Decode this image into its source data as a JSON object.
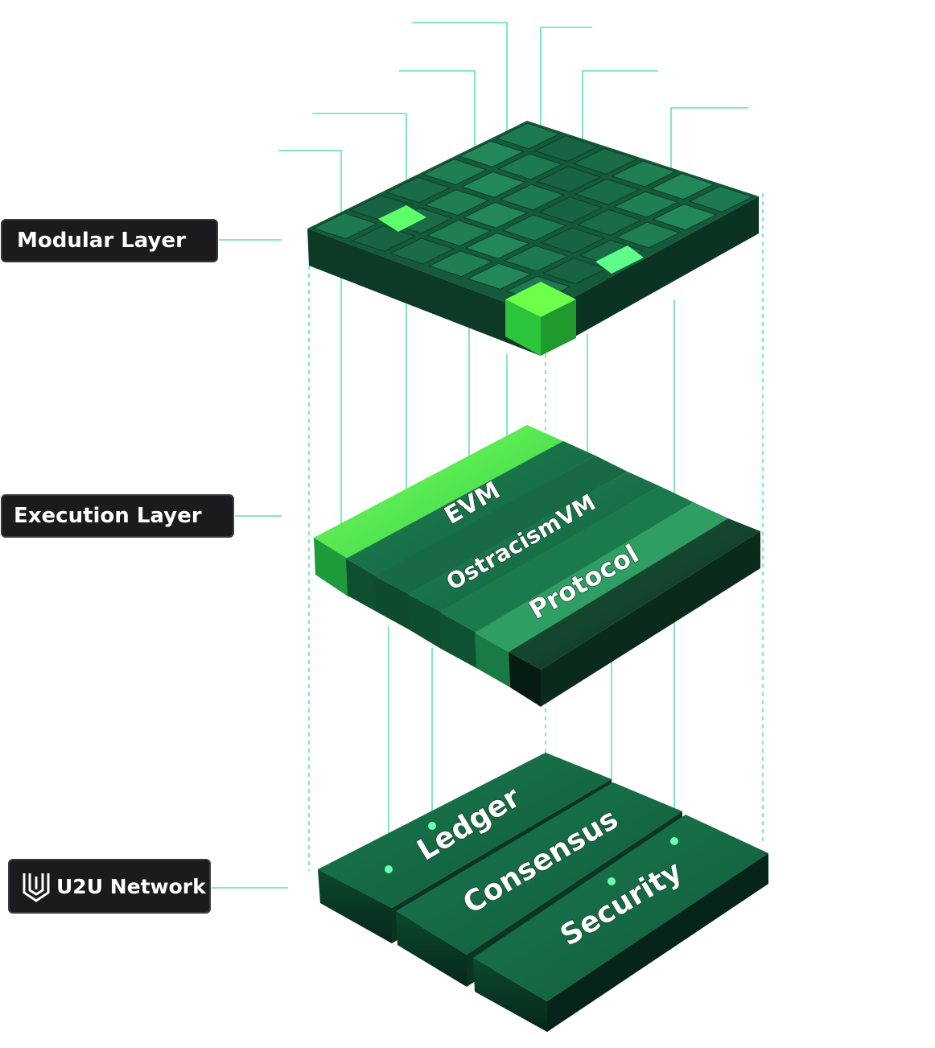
{
  "labels": {
    "modular_layer": "Modular Layer",
    "execution_layer": "Execution Layer",
    "network_name": "U2U Network"
  },
  "execution_strips": [
    "EVM",
    "OstracismVM",
    "Protocol"
  ],
  "base_slabs": [
    "Ledger",
    "Consensus",
    "Security"
  ],
  "colors": {
    "connector": "#3ddca0",
    "badge_bg": "#1b1b1d",
    "cube_dark": "#1a6b4a",
    "cube_mid": "#1f8a5a",
    "cube_glow": "#4dff6a",
    "slab_top": "#1d7a4e",
    "slab_side": "#0b3f26"
  },
  "icons": {
    "network_logo": "u2u-logo-icon"
  }
}
